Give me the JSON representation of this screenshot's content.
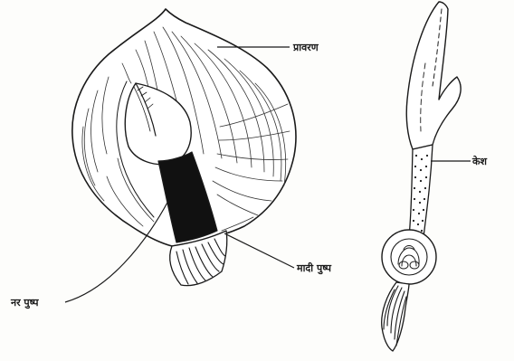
{
  "labels": {
    "spathe": "प्रावरण",
    "female_flowers": "मादी पुष्प",
    "male_flowers": "नर पुष्प",
    "right_label": "केश"
  },
  "colors": {
    "ink": "#1a1a1a",
    "paper": "#fdfdfb",
    "dark_fill": "#111111"
  }
}
